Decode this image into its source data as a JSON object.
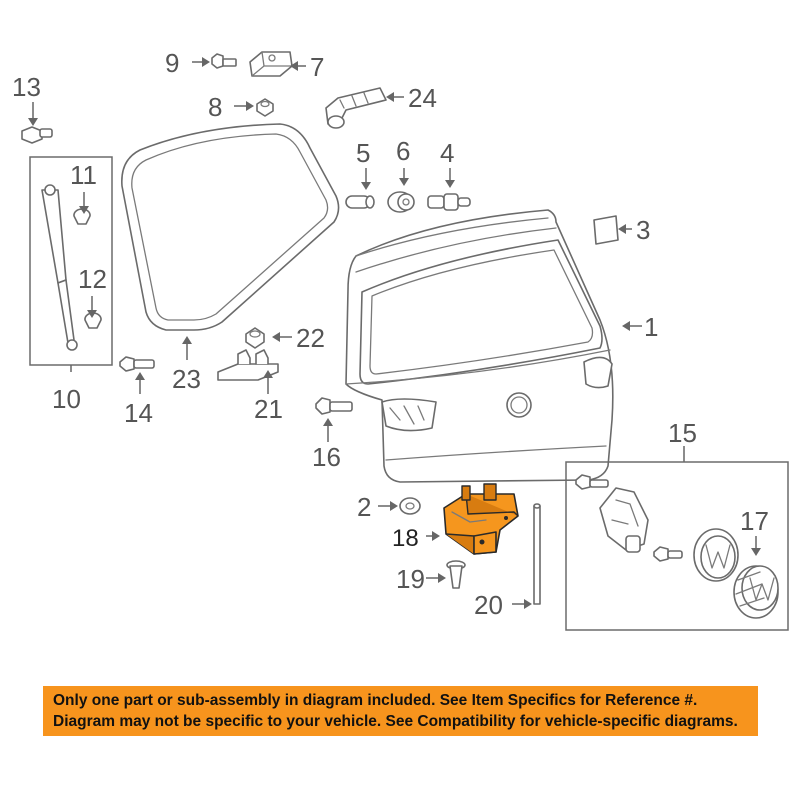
{
  "callouts": {
    "c1": "1",
    "c2": "2",
    "c3": "3",
    "c4": "4",
    "c5": "5",
    "c6": "6",
    "c7": "7",
    "c8": "8",
    "c9": "9",
    "c10": "10",
    "c11": "11",
    "c12": "12",
    "c13": "13",
    "c14": "14",
    "c15": "15",
    "c16": "16",
    "c17": "17",
    "c18": "18",
    "c19": "19",
    "c20": "20",
    "c21": "21",
    "c22": "22",
    "c23": "23",
    "c24": "24"
  },
  "highlighted_part": "18",
  "colors": {
    "highlight": "#f5961e",
    "banner": "#f7941d",
    "line": "#6b6b6b"
  },
  "notice": {
    "line1": "Only one part or sub-assembly in diagram included. See Item Specifics for Reference #.",
    "line2": "Diagram may not be specific to your vehicle. See Compatibility for vehicle-specific diagrams."
  }
}
